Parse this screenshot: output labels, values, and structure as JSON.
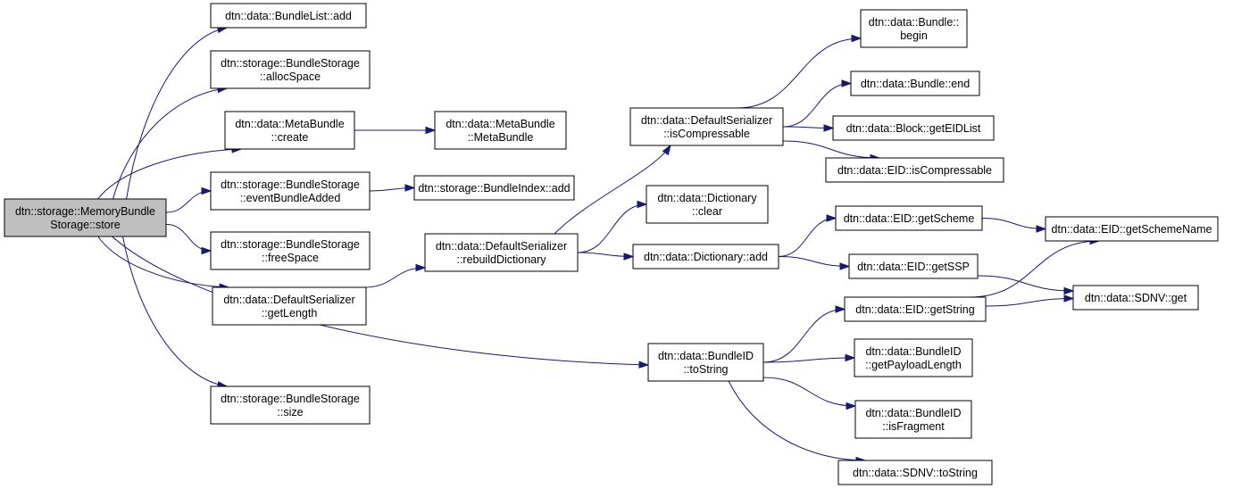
{
  "diagram": {
    "type": "call-graph",
    "colors": {
      "edge": "#191970",
      "root_fill": "#bfbfbf",
      "node_fill": "#ffffff",
      "node_border": "#000000"
    },
    "nodes": [
      {
        "id": "root",
        "lines": [
          "dtn::storage::MemoryBundle",
          "Storage::store"
        ],
        "root": true
      },
      {
        "id": "bl_add",
        "lines": [
          "dtn::data::BundleList::add"
        ]
      },
      {
        "id": "alloc",
        "lines": [
          "dtn::storage::BundleStorage",
          "::allocSpace"
        ]
      },
      {
        "id": "mb_create",
        "lines": [
          "dtn::data::MetaBundle",
          "::create"
        ]
      },
      {
        "id": "mb_ctor",
        "lines": [
          "dtn::data::MetaBundle",
          "::MetaBundle"
        ]
      },
      {
        "id": "event",
        "lines": [
          "dtn::storage::BundleStorage",
          "::eventBundleAdded"
        ]
      },
      {
        "id": "bi_add",
        "lines": [
          "dtn::storage::BundleIndex::add"
        ]
      },
      {
        "id": "free",
        "lines": [
          "dtn::storage::BundleStorage",
          "::freeSpace"
        ]
      },
      {
        "id": "getlen",
        "lines": [
          "dtn::data::DefaultSerializer",
          "::getLength"
        ]
      },
      {
        "id": "size",
        "lines": [
          "dtn::storage::BundleStorage",
          "::size"
        ]
      },
      {
        "id": "rebuild",
        "lines": [
          "dtn::data::DefaultSerializer",
          "::rebuildDictionary"
        ]
      },
      {
        "id": "iscomp",
        "lines": [
          "dtn::data::DefaultSerializer",
          "::isCompressable"
        ]
      },
      {
        "id": "dclear",
        "lines": [
          "dtn::data::Dictionary",
          "::clear"
        ]
      },
      {
        "id": "dadd",
        "lines": [
          "dtn::data::Dictionary::add"
        ]
      },
      {
        "id": "bid_tostr",
        "lines": [
          "dtn::data::BundleID",
          "::toString"
        ]
      },
      {
        "id": "b_begin",
        "lines": [
          "dtn::data::Bundle::",
          "begin"
        ]
      },
      {
        "id": "b_end",
        "lines": [
          "dtn::data::Bundle::end"
        ]
      },
      {
        "id": "blk_eid",
        "lines": [
          "dtn::data::Block::getEIDList"
        ]
      },
      {
        "id": "eid_iscomp",
        "lines": [
          "dtn::data::EID::isCompressable"
        ]
      },
      {
        "id": "eid_scheme",
        "lines": [
          "dtn::data::EID::getScheme"
        ]
      },
      {
        "id": "eid_ssp",
        "lines": [
          "dtn::data::EID::getSSP"
        ]
      },
      {
        "id": "eid_str",
        "lines": [
          "dtn::data::EID::getString"
        ]
      },
      {
        "id": "bid_payload",
        "lines": [
          "dtn::data::BundleID",
          "::getPayloadLength"
        ]
      },
      {
        "id": "bid_frag",
        "lines": [
          "dtn::data::BundleID",
          "::isFragment"
        ]
      },
      {
        "id": "sdnv_tostr",
        "lines": [
          "dtn::data::SDNV::toString"
        ]
      },
      {
        "id": "eid_schemename",
        "lines": [
          "dtn::data::EID::getSchemeName"
        ]
      },
      {
        "id": "sdnv_get",
        "lines": [
          "dtn::data::SDNV::get"
        ]
      }
    ],
    "edges": [
      [
        "root",
        "bl_add"
      ],
      [
        "root",
        "alloc"
      ],
      [
        "root",
        "mb_create"
      ],
      [
        "root",
        "event"
      ],
      [
        "root",
        "free"
      ],
      [
        "root",
        "getlen"
      ],
      [
        "root",
        "size"
      ],
      [
        "root",
        "bid_tostr"
      ],
      [
        "mb_create",
        "mb_ctor"
      ],
      [
        "event",
        "bi_add"
      ],
      [
        "getlen",
        "rebuild"
      ],
      [
        "rebuild",
        "iscomp"
      ],
      [
        "rebuild",
        "dclear"
      ],
      [
        "rebuild",
        "dadd"
      ],
      [
        "iscomp",
        "b_begin"
      ],
      [
        "iscomp",
        "b_end"
      ],
      [
        "iscomp",
        "blk_eid"
      ],
      [
        "iscomp",
        "eid_iscomp"
      ],
      [
        "dadd",
        "eid_scheme"
      ],
      [
        "dadd",
        "eid_ssp"
      ],
      [
        "bid_tostr",
        "eid_str"
      ],
      [
        "bid_tostr",
        "bid_payload"
      ],
      [
        "bid_tostr",
        "bid_frag"
      ],
      [
        "bid_tostr",
        "sdnv_tostr"
      ],
      [
        "eid_scheme",
        "eid_schemename"
      ],
      [
        "eid_ssp",
        "sdnv_get"
      ],
      [
        "eid_str",
        "eid_schemename"
      ],
      [
        "eid_str",
        "sdnv_get"
      ]
    ]
  }
}
